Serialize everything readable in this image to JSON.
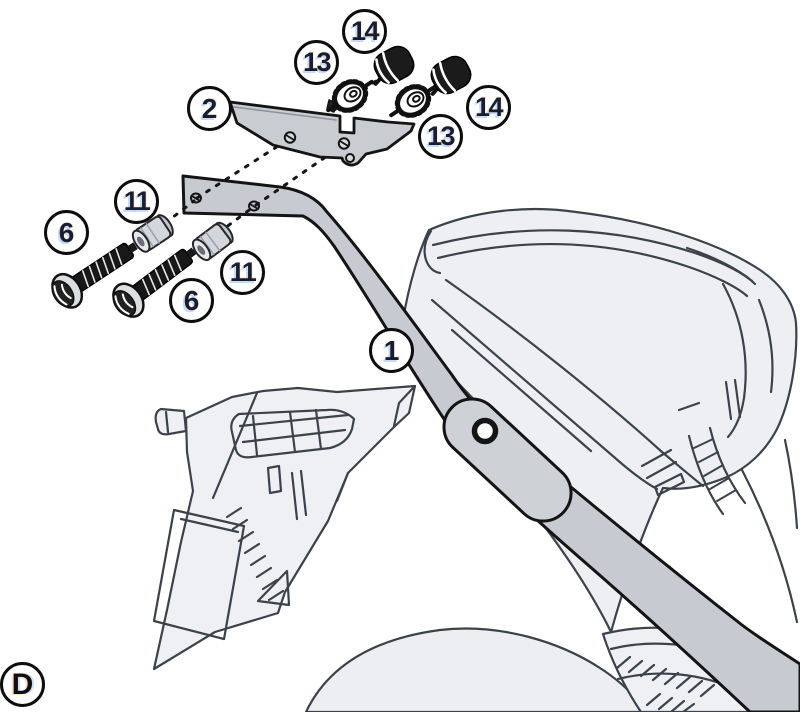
{
  "figure": {
    "label": "D"
  },
  "callouts": [
    {
      "ref": "rack-arm",
      "label": "1"
    },
    {
      "ref": "mounting-plate",
      "label": "2"
    },
    {
      "ref": "bolt-left",
      "label": "6"
    },
    {
      "ref": "bolt-right",
      "label": "6"
    },
    {
      "ref": "spacer-left",
      "label": "11"
    },
    {
      "ref": "spacer-right",
      "label": "11"
    },
    {
      "ref": "washer-upper",
      "label": "13"
    },
    {
      "ref": "washer-lower",
      "label": "13"
    },
    {
      "ref": "rubber-cap-top",
      "label": "14"
    },
    {
      "ref": "rubber-cap-right",
      "label": "14"
    }
  ],
  "colors": {
    "background": "#ffffff",
    "part_fill": "#c7cbd1",
    "pivot_fill": "#ced2d7",
    "part_outline": "#141414",
    "bike_line": "#3d424a",
    "bike_fill": "#edeff3",
    "hardware_dark": "#1b1b1b",
    "callout_text": "#1a1d2e",
    "callout_border": "#0d0d0d"
  }
}
